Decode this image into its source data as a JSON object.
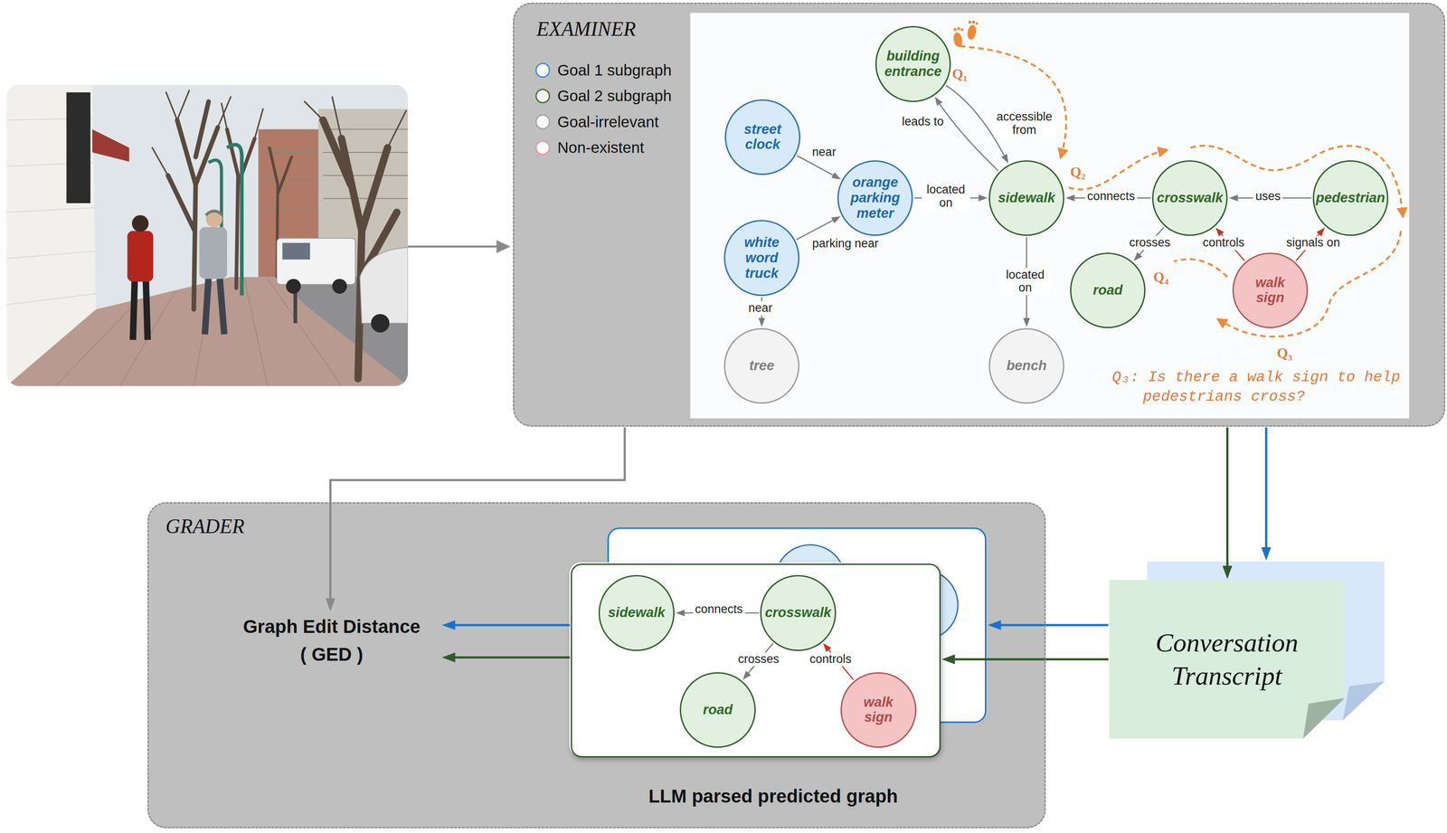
{
  "diagram": {
    "nodes": [
      {
        "text": [
          "EXAMINER"
        ]
      },
      {
        "text": [
          "building entrance"
        ],
        "in": 0
      },
      {
        "text": [
          "street clock"
        ],
        "in": 0
      },
      {
        "text": [
          "orange parking meter"
        ],
        "in": 0
      },
      {
        "text": [
          "sidewalk"
        ],
        "in": 0
      },
      {
        "text": [
          "crosswalk"
        ],
        "in": 0
      },
      {
        "text": [
          "pedestrian"
        ],
        "in": 0
      },
      {
        "text": [
          "white word truck"
        ],
        "in": 0
      },
      {
        "text": [
          "road"
        ],
        "in": 0
      },
      {
        "text": [
          "walk sign"
        ],
        "in": 0
      },
      {
        "text": [
          "tree"
        ],
        "in": 0
      },
      {
        "text": [
          "bench"
        ],
        "in": 0
      },
      {
        "text": [
          "Conversation Transcript"
        ]
      },
      {
        "text": [
          "GRADER"
        ]
      },
      {
        "text": [
          "Graph Edit Distance ( GED )"
        ],
        "in": 13
      },
      {
        "text": [
          "LLM parsed predicted graph"
        ],
        "in": 13
      },
      {
        "text": [
          "sidewalk"
        ],
        "in": 15
      },
      {
        "text": [
          "crosswalk"
        ],
        "in": 15
      },
      {
        "text": [
          "road"
        ],
        "in": 15
      },
      {
        "text": [
          "walk sign"
        ],
        "in": 15
      }
    ],
    "edges": [
      {
        "from": 2,
        "to": 3,
        "arrow": "to",
        "label": "near"
      },
      {
        "from": 7,
        "to": 3,
        "arrow": "to",
        "label": "parking near"
      },
      {
        "from": 7,
        "to": 10,
        "arrow": "to",
        "label": "near"
      },
      {
        "from": 3,
        "to": 4,
        "arrow": "to",
        "label": "located on"
      },
      {
        "from": 4,
        "to": 1,
        "arrow": "to",
        "label": "leads to"
      },
      {
        "from": 1,
        "to": 4,
        "arrow": "to",
        "label": "accessible from"
      },
      {
        "from": 5,
        "to": 4,
        "arrow": "to",
        "label": "connects"
      },
      {
        "from": 6,
        "to": 5,
        "arrow": "to",
        "label": "uses"
      },
      {
        "from": 4,
        "to": 11,
        "arrow": "to",
        "label": "located on"
      },
      {
        "from": 5,
        "to": 8,
        "arrow": "to",
        "label": "crosses"
      },
      {
        "from": 9,
        "to": 5,
        "arrow": "to",
        "label": "controls"
      },
      {
        "from": 9,
        "to": 6,
        "arrow": "to",
        "label": "signals on"
      },
      {
        "from": 0,
        "to": 14,
        "arrow": "to"
      },
      {
        "from": 0,
        "to": 12,
        "arrow": "to"
      },
      {
        "from": 0,
        "to": 12,
        "arrow": "to"
      },
      {
        "from": 12,
        "to": 15,
        "arrow": "to"
      },
      {
        "from": 12,
        "to": 15,
        "arrow": "to"
      },
      {
        "from": 15,
        "to": 14,
        "arrow": "to"
      },
      {
        "from": 15,
        "to": 14,
        "arrow": "to"
      },
      {
        "from": 17,
        "to": 16,
        "arrow": "to",
        "label": "connects"
      },
      {
        "from": 17,
        "to": 18,
        "arrow": "to",
        "label": "crosses"
      },
      {
        "from": 19,
        "to": 17,
        "arrow": "to",
        "label": "controls"
      }
    ],
    "labels": [
      "Q₁",
      "Q₂",
      "Q₃",
      "Q₄",
      "Q₃: Is there a walk sign to help pedestrians cross?"
    ],
    "legend": [
      {
        "text": "Goal 1 subgraph",
        "color": "#3b8fd9"
      },
      {
        "text": "Goal 2 subgraph",
        "color": "#3a7a2d"
      },
      {
        "text": "Goal-irrelevant",
        "color": "#a6a6a6"
      },
      {
        "text": "Non-existent",
        "color": "#e89a9a"
      }
    ]
  }
}
